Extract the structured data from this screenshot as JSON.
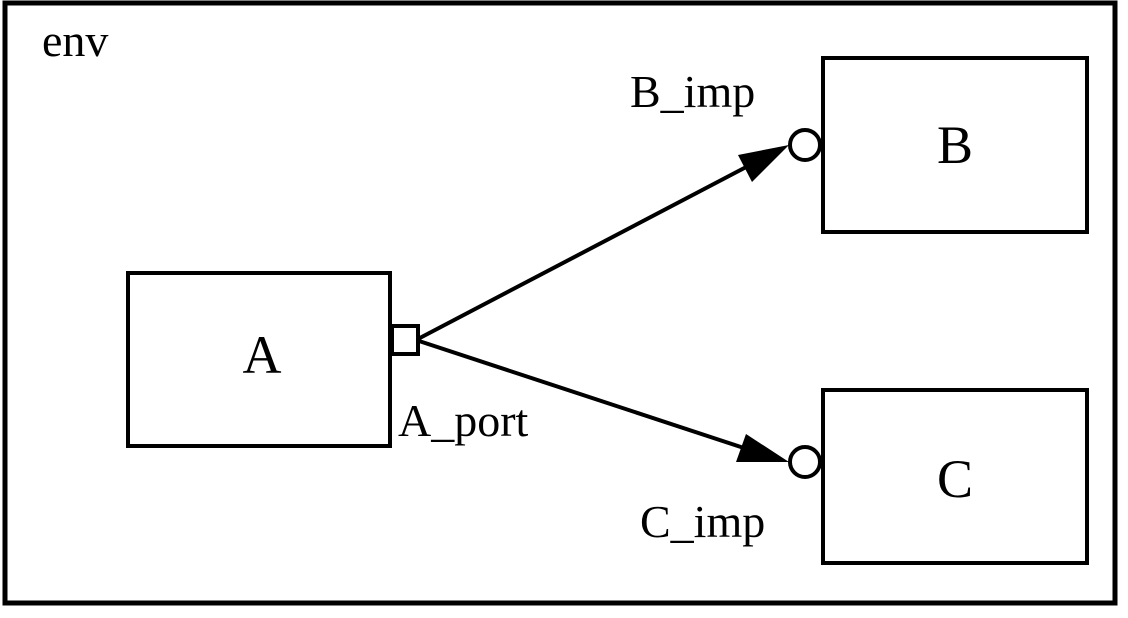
{
  "diagram": {
    "container": {
      "label": "env"
    },
    "components": [
      {
        "id": "A",
        "label": "A"
      },
      {
        "id": "B",
        "label": "B"
      },
      {
        "id": "C",
        "label": "C"
      }
    ],
    "ports": [
      {
        "id": "A_port",
        "owner": "A",
        "kind": "port",
        "label": "A_port"
      },
      {
        "id": "B_imp",
        "owner": "B",
        "kind": "imp",
        "label": "B_imp"
      },
      {
        "id": "C_imp",
        "owner": "C",
        "kind": "imp",
        "label": "C_imp"
      }
    ],
    "connections": [
      {
        "from": "A_port",
        "to": "B_imp"
      },
      {
        "from": "A_port",
        "to": "C_imp"
      }
    ],
    "colors": {
      "stroke": "#000000",
      "fill": "#ffffff"
    }
  }
}
